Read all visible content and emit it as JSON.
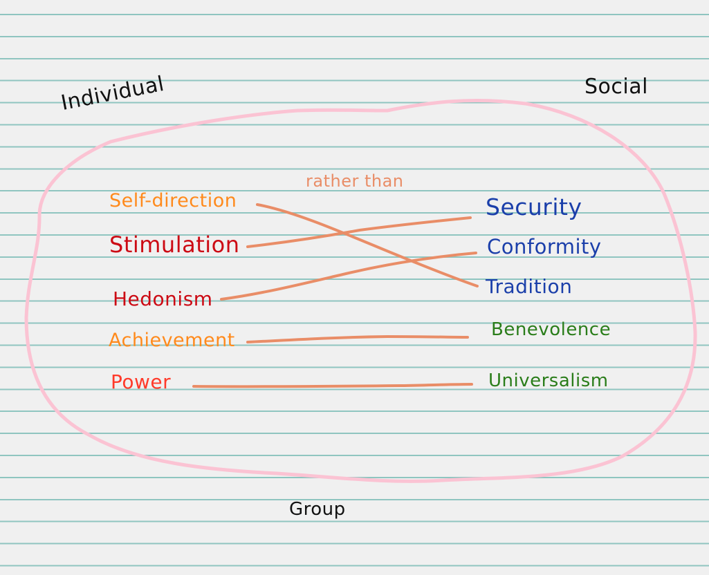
{
  "diagram": {
    "axis_labels": {
      "top_left": "Individual",
      "top_right": "Social",
      "bottom": "Group"
    },
    "connector_note": "rather than",
    "colors": {
      "paper": "#f0f0f0",
      "ruled_line": "#8fc5c0",
      "boundary": "#fbc3d3",
      "connector": "#e98d67",
      "ink": "#111111",
      "orange": "#ff8a1c",
      "red_dark": "#cc0a14",
      "red_bright": "#ff3a2a",
      "blue": "#1b3faa",
      "green": "#2a7d1a"
    },
    "left_values": [
      {
        "label": "Self-direction",
        "color": "#ff8a1c"
      },
      {
        "label": "Stimulation",
        "color": "#cc0a14"
      },
      {
        "label": "Hedonism",
        "color": "#cc0a14"
      },
      {
        "label": "Achievement",
        "color": "#ff8a1c"
      },
      {
        "label": "Power",
        "color": "#ff3a2a"
      }
    ],
    "right_values": [
      {
        "label": "Security",
        "color": "#1b3faa"
      },
      {
        "label": "Conformity",
        "color": "#1b3faa"
      },
      {
        "label": "Tradition",
        "color": "#1b3faa"
      },
      {
        "label": "Benevolence",
        "color": "#2a7d1a"
      },
      {
        "label": "Universalism",
        "color": "#2a7d1a"
      }
    ],
    "connections": [
      {
        "from": "Self-direction",
        "to": "Tradition"
      },
      {
        "from": "Stimulation",
        "to": "Security"
      },
      {
        "from": "Hedonism",
        "to": "Conformity"
      },
      {
        "from": "Achievement",
        "to": "Benevolence"
      },
      {
        "from": "Power",
        "to": "Universalism"
      }
    ]
  }
}
